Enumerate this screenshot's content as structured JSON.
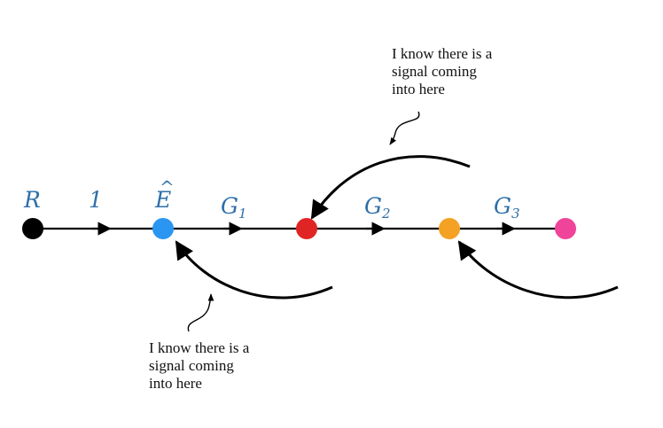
{
  "nodes": [
    {
      "id": "R",
      "label": "R",
      "sub": "",
      "color": "#000000"
    },
    {
      "id": "E",
      "label": "E",
      "sub": "",
      "hat": "^",
      "color": "#2b95f2"
    },
    {
      "id": "n2",
      "label": "",
      "sub": "",
      "color": "#e02424"
    },
    {
      "id": "n3",
      "label": "",
      "sub": "",
      "color": "#f4a124"
    },
    {
      "id": "n4",
      "label": "",
      "sub": "",
      "color": "#f0449a"
    }
  ],
  "branches": [
    {
      "from": "R",
      "to": "E",
      "gain": "1",
      "sub": ""
    },
    {
      "from": "E",
      "to": "n2",
      "gain": "G",
      "sub": "1"
    },
    {
      "from": "n2",
      "to": "n3",
      "gain": "G",
      "sub": "2"
    },
    {
      "from": "n3",
      "to": "n4",
      "gain": "G",
      "sub": "3"
    }
  ],
  "annotations": {
    "top": [
      "I know there is a",
      "signal coming",
      "into here"
    ],
    "bottom": [
      "I know there is a",
      "signal coming",
      "into here"
    ]
  },
  "colors": {
    "label": "#2e6fa8",
    "line": "#000000"
  }
}
